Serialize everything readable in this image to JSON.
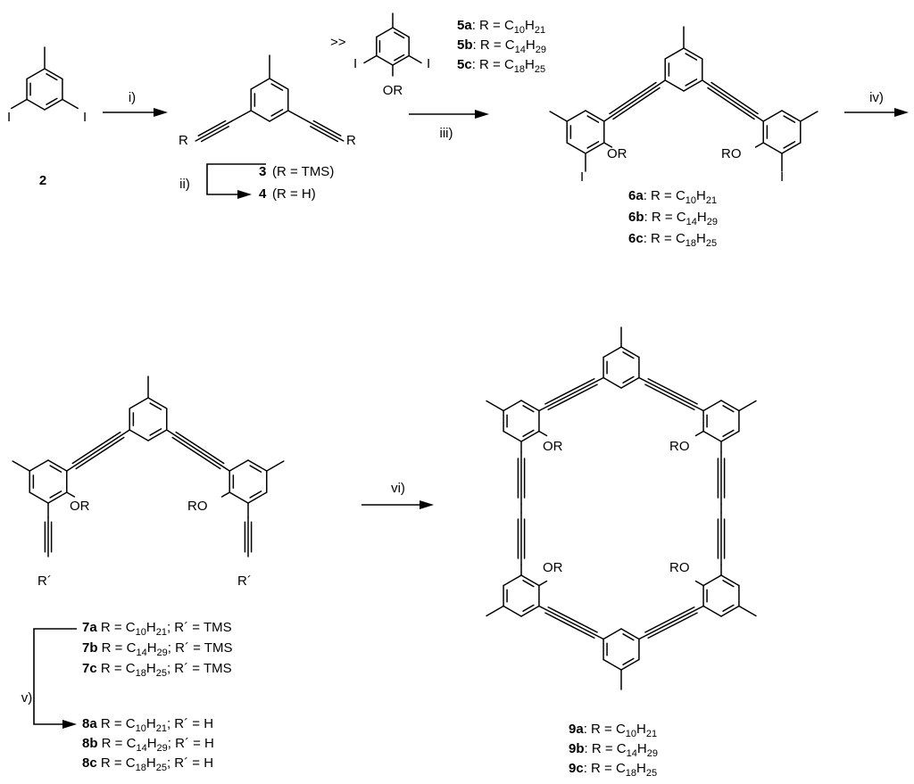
{
  "compounds": {
    "c2": {
      "label": "2"
    },
    "c34": {
      "l3": "3",
      "t3": "(R = TMS)",
      "l4": "4",
      "t4": "(R = H)"
    },
    "c5": {
      "prefix": ">>",
      "rows": [
        {
          "id": "5a",
          "pre": ": R = C",
          "n1": "10",
          "mid": "H",
          "n2": "21"
        },
        {
          "id": "5b",
          "pre": ": R = C",
          "n1": "14",
          "mid": "H",
          "n2": "29"
        },
        {
          "id": "5c",
          "pre": ": R = C",
          "n1": "18",
          "mid": "H",
          "n2": "25"
        }
      ]
    },
    "c6": {
      "rows": [
        {
          "id": "6a",
          "pre": ": R = C",
          "n1": "10",
          "mid": "H",
          "n2": "21"
        },
        {
          "id": "6b",
          "pre": ": R = C",
          "n1": "14",
          "mid": "H",
          "n2": "29"
        },
        {
          "id": "6c",
          "pre": ": R = C",
          "n1": "18",
          "mid": "H",
          "n2": "25"
        }
      ]
    },
    "c7": {
      "rows": [
        {
          "id": "7a",
          "pre": " R = C",
          "n1": "10",
          "mid": "H",
          "n2": "21",
          "post": "; R´ = TMS"
        },
        {
          "id": "7b",
          "pre": " R = C",
          "n1": "14",
          "mid": "H",
          "n2": "29",
          "post": "; R´ = TMS"
        },
        {
          "id": "7c",
          "pre": " R = C",
          "n1": "18",
          "mid": "H",
          "n2": "25",
          "post": "; R´ = TMS"
        }
      ]
    },
    "c8": {
      "rows": [
        {
          "id": "8a",
          "pre": " R = C",
          "n1": "10",
          "mid": "H",
          "n2": "21",
          "post": "; R´ = H"
        },
        {
          "id": "8b",
          "pre": " R = C",
          "n1": "14",
          "mid": "H",
          "n2": "29",
          "post": "; R´ = H"
        },
        {
          "id": "8c",
          "pre": " R = C",
          "n1": "18",
          "mid": "H",
          "n2": "25",
          "post": "; R´ = H"
        }
      ]
    },
    "c9": {
      "rows": [
        {
          "id": "9a",
          "pre": ": R = C",
          "n1": "10",
          "mid": "H",
          "n2": "21"
        },
        {
          "id": "9b",
          "pre": ": R = C",
          "n1": "14",
          "mid": "H",
          "n2": "29"
        },
        {
          "id": "9c",
          "pre": ": R = C",
          "n1": "18",
          "mid": "H",
          "n2": "25"
        }
      ]
    }
  },
  "steps": {
    "i": "i)",
    "ii": "ii)",
    "iii": "iii)",
    "iv": "iv)",
    "v": "v)",
    "vi": "vi)"
  },
  "atoms": {
    "iodine": "I",
    "r": "R",
    "rprime": "R´",
    "or": "OR",
    "ro": "RO"
  }
}
